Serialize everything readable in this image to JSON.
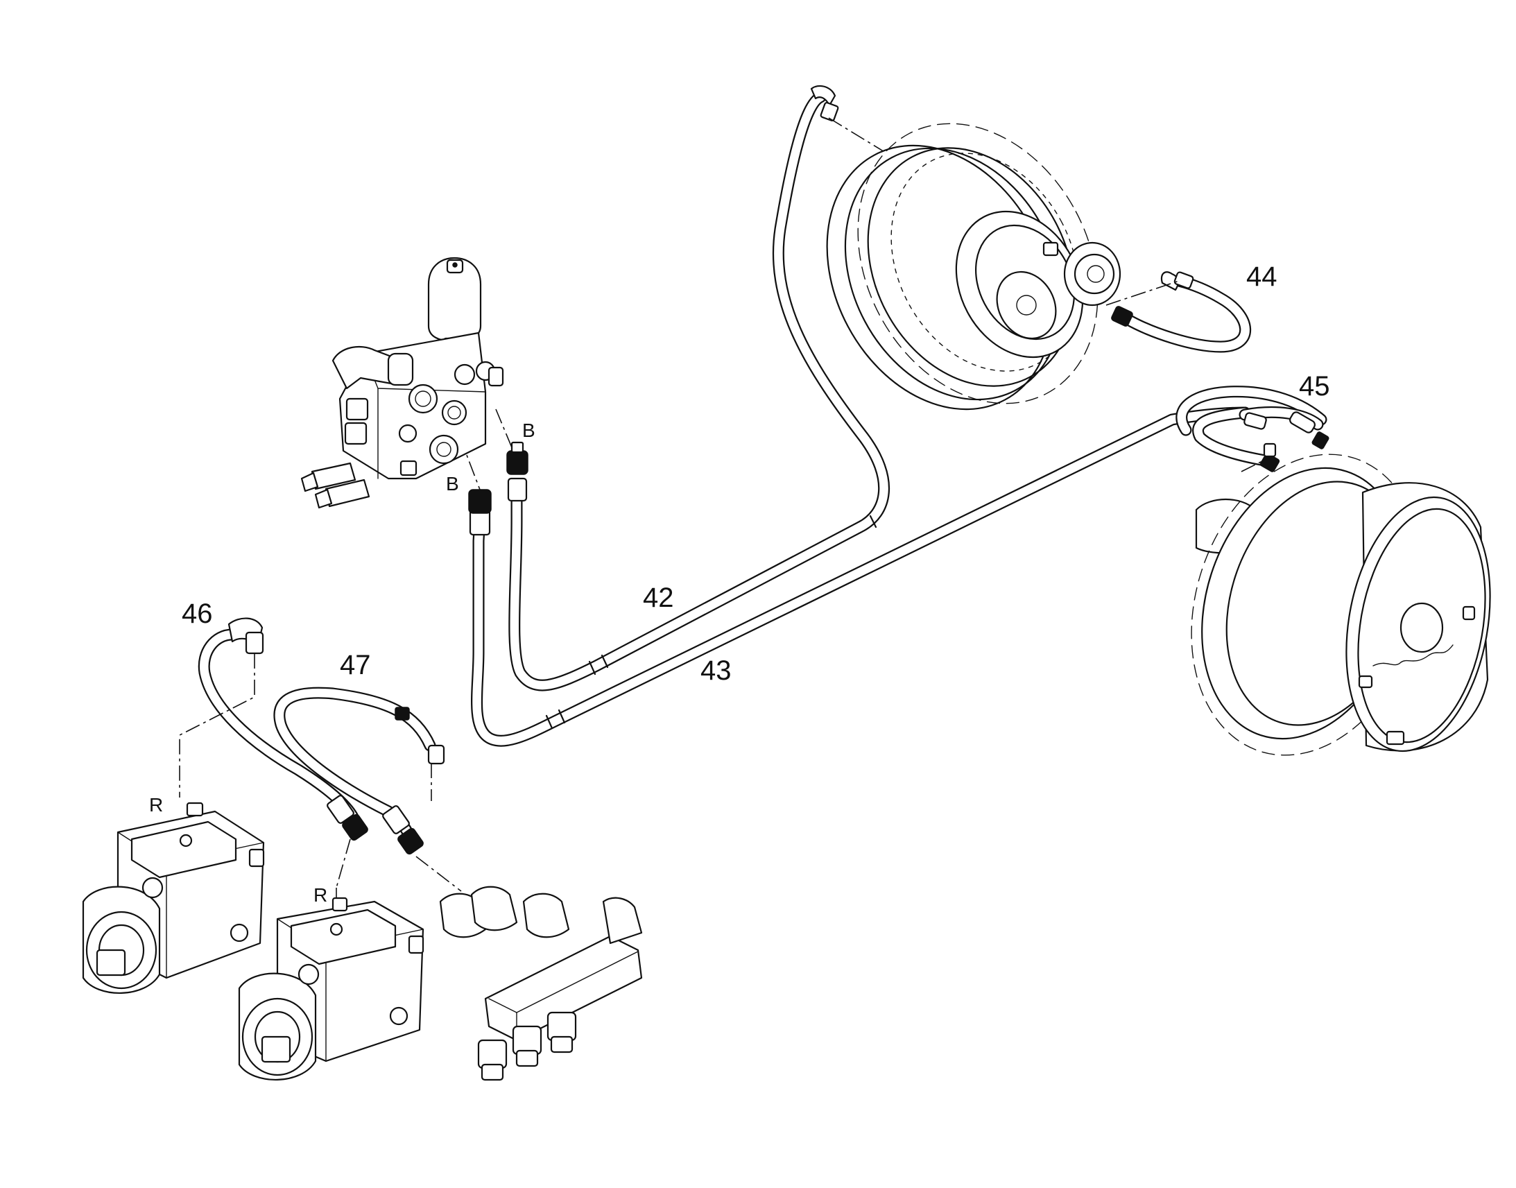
{
  "labels": {
    "hose_42": "42",
    "hose_43": "43",
    "hose_44": "44",
    "hose_45": "45",
    "hose_46": "46",
    "hose_47": "47"
  },
  "ports": {
    "valve_port_b_upper": "B",
    "valve_port_b_lower": "B",
    "pump_port_r_left": "R",
    "pump_port_r_right": "R"
  },
  "components": [
    "accumulator-valve-block",
    "wheel-motor-upper",
    "wheel-motor-lower",
    "hydraulic-pump-left",
    "hydraulic-pump-right",
    "flow-divider-block"
  ],
  "colors": {
    "ink": "#111111",
    "background": "#ffffff"
  }
}
